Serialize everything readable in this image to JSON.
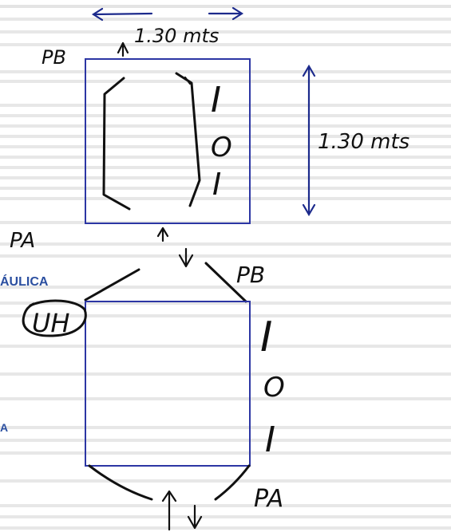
{
  "dimensions": {
    "top_width": "1.30 mts",
    "right_height": "1.30 mts"
  },
  "labels": {
    "pb_top_left": "PB",
    "pa_left": "PA",
    "pb_center": "PB",
    "pa_bottom": "PA",
    "uh": "UH"
  },
  "box_top_letters": [
    "I",
    "O",
    "I"
  ],
  "box_bottom_letters": [
    "I",
    "O",
    "I"
  ],
  "printed_headings": {
    "hidraulica": "ÁULICA",
    "bottom_fragment": "A"
  },
  "colors": {
    "box_outline": "#2c36a4",
    "dimension_arrow": "#1c2a8c",
    "ink": "#111111",
    "background_text": "#b7b7b7",
    "heading_blue": "#2b4fa0"
  }
}
